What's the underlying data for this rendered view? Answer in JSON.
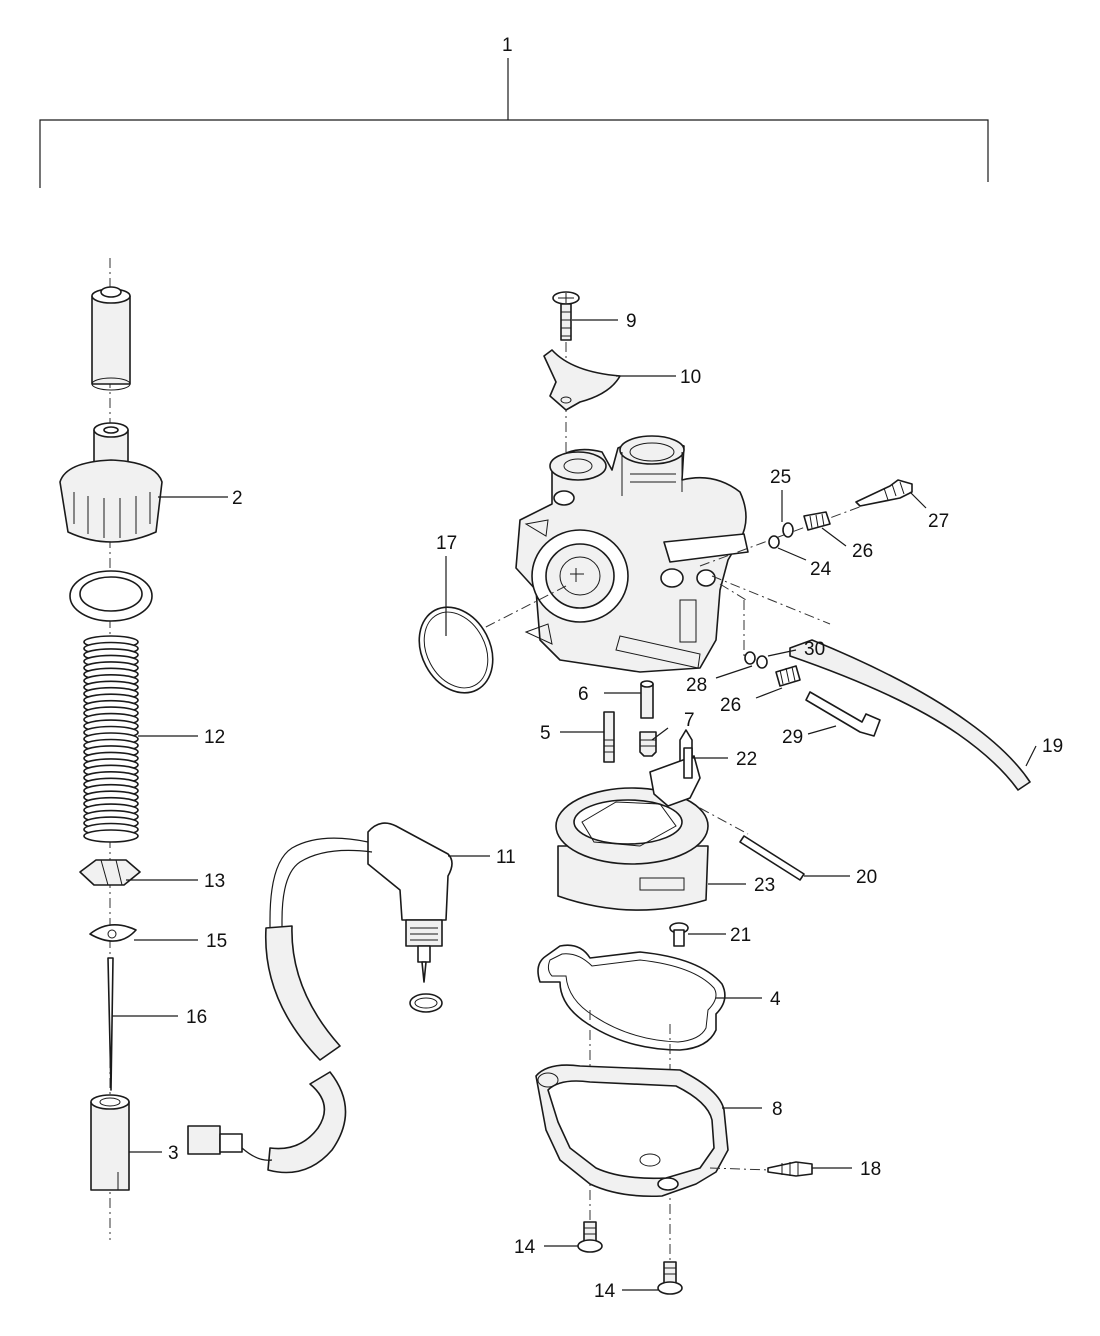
{
  "callouts": {
    "c1": "1",
    "c2": "2",
    "c3": "3",
    "c4": "4",
    "c5": "5",
    "c6": "6",
    "c7": "7",
    "c8": "8",
    "c9": "9",
    "c10": "10",
    "c11": "11",
    "c12": "12",
    "c13": "13",
    "c14a": "14",
    "c14b": "14",
    "c15": "15",
    "c16": "16",
    "c17": "17",
    "c18": "18",
    "c19": "19",
    "c20": "20",
    "c21": "21",
    "c22": "22",
    "c23": "23",
    "c24": "24",
    "c25": "25",
    "c26a": "26",
    "c26b": "26",
    "c27": "27",
    "c28": "28",
    "c29": "29",
    "c30": "30"
  }
}
